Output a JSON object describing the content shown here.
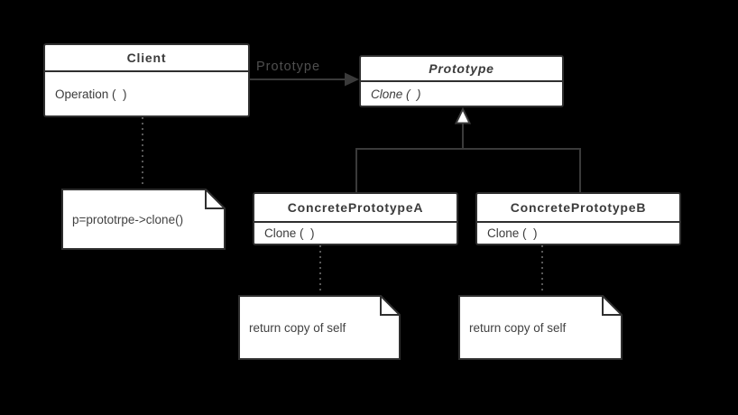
{
  "colors": {
    "bg": "#000000",
    "boxFill": "#ffffff",
    "boxBorder": "#2f2f2f",
    "boxText": "#3b3b3b",
    "line": "#3a3a3a",
    "label": "#4f4f4f",
    "dotted": "#585858"
  },
  "classes": {
    "client": {
      "title": "Client",
      "method": "Operation (  )"
    },
    "prototype": {
      "title": "Prototype",
      "method": "Clone (  )"
    },
    "concreteA": {
      "title": "ConcretePrototypeA",
      "method": "Clone (  )"
    },
    "concreteB": {
      "title": "ConcretePrototypeB",
      "method": "Clone (  )"
    }
  },
  "notes": {
    "client_note": {
      "text": "p=prototrpe->clone()"
    },
    "concreteA_note": {
      "text": "return copy of self"
    },
    "concreteB_note": {
      "text": "return copy of self"
    }
  },
  "labels": {
    "association": "Prototype"
  }
}
